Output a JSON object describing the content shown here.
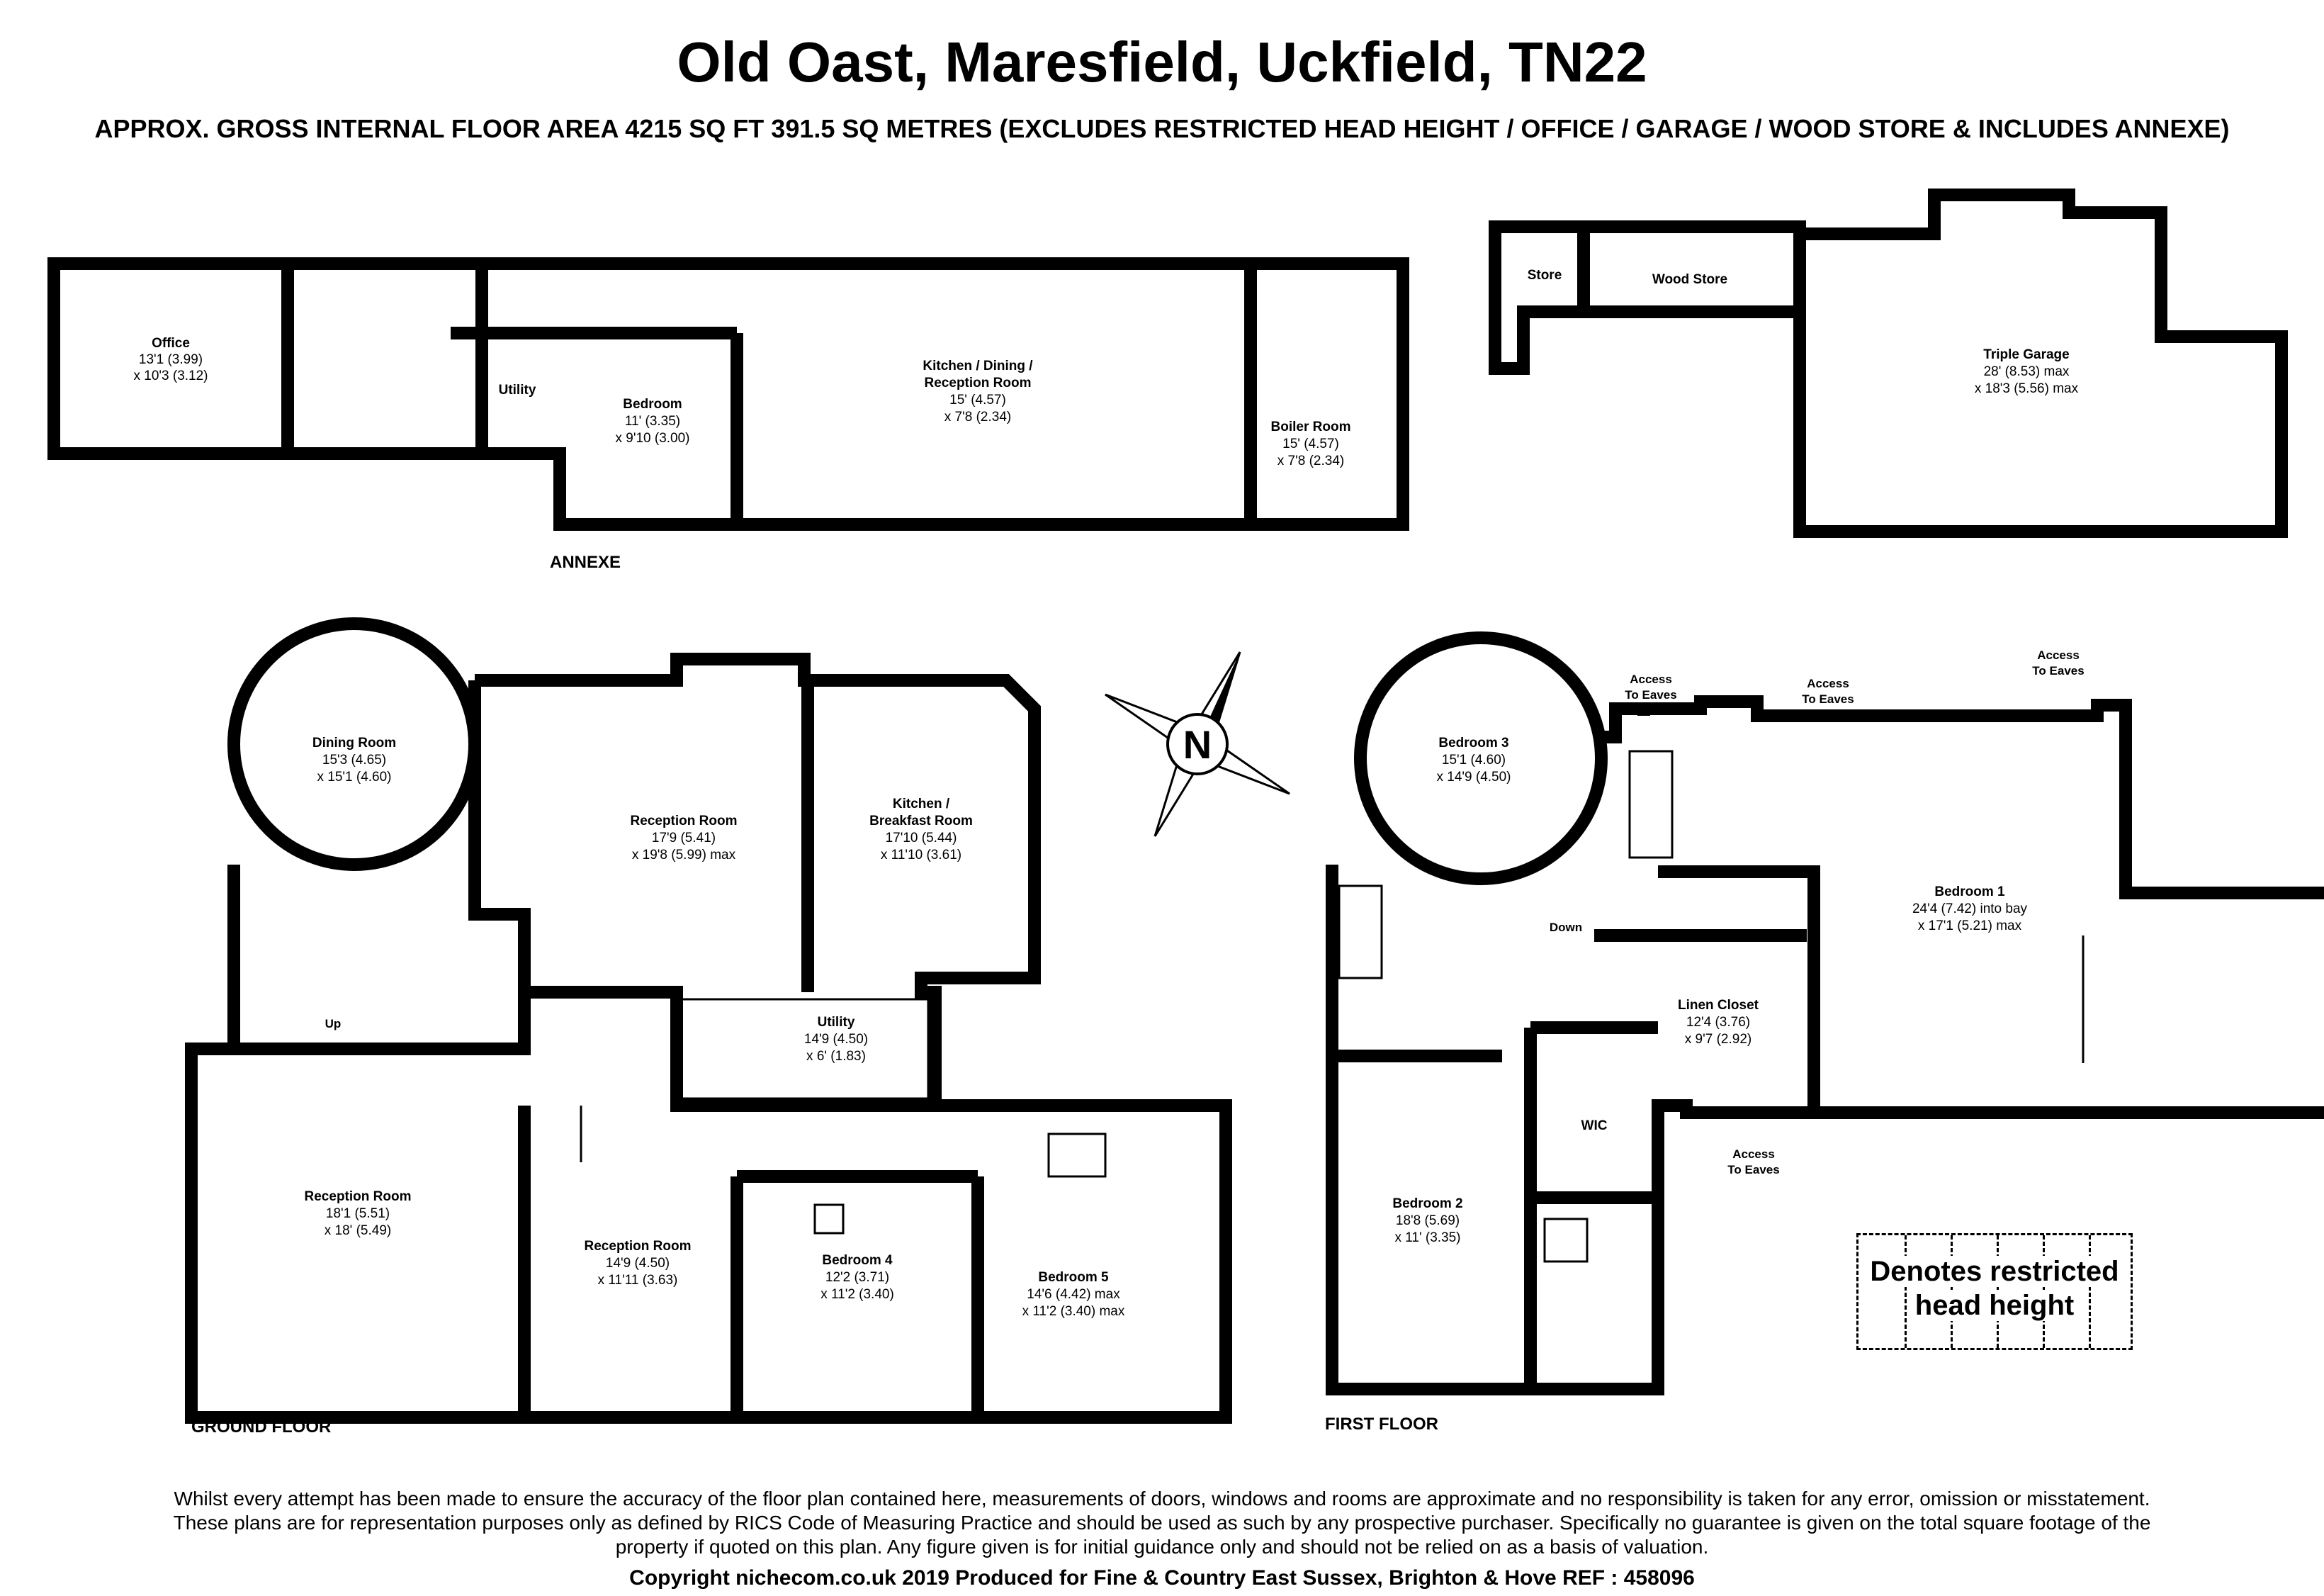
{
  "title": "Old Oast, Maresfield, Uckfield, TN22",
  "subtitle": "APPROX. GROSS INTERNAL FLOOR AREA 4215 SQ FT 391.5 SQ METRES (EXCLUDES RESTRICTED HEAD HEIGHT / OFFICE / GARAGE / WOOD STORE & INCLUDES ANNEXE)",
  "floors": {
    "annexe": "ANNEXE",
    "ground": "GROUND FLOOR",
    "first": "FIRST FLOOR"
  },
  "rooms": {
    "office": {
      "name": "Office",
      "dim1": "13'1 (3.99)",
      "dim2": "x 10'3 (3.12)"
    },
    "utility_annexe": {
      "name": "Utility"
    },
    "bedroom_annexe": {
      "name": "Bedroom",
      "dim1": "11' (3.35)",
      "dim2": "x 9'10 (3.00)"
    },
    "kitchen_annexe": {
      "name": "Kitchen / Dining /",
      "name2": "Reception Room",
      "dim1": "15' (4.57)",
      "dim2": "x 7'8 (2.34)"
    },
    "boiler": {
      "name": "Boiler Room",
      "dim1": "15' (4.57)",
      "dim2": "x 7'8 (2.34)"
    },
    "store": {
      "name": "Store"
    },
    "wood_store": {
      "name": "Wood Store"
    },
    "garage": {
      "name": "Triple Garage",
      "dim1": "28' (8.53) max",
      "dim2": "x 18'3 (5.56) max"
    },
    "dining": {
      "name": "Dining Room",
      "dim1": "15'3 (4.65)",
      "dim2": "x 15'1 (4.60)"
    },
    "reception_main": {
      "name": "Reception Room",
      "dim1": "17'9 (5.41)",
      "dim2": "x 19'8 (5.99) max"
    },
    "kitchen": {
      "name": "Kitchen /",
      "name2": "Breakfast Room",
      "dim1": "17'10 (5.44)",
      "dim2": "x 11'10 (3.61)"
    },
    "utility": {
      "name": "Utility",
      "dim1": "14'9 (4.50)",
      "dim2": "x 6' (1.83)"
    },
    "reception_left": {
      "name": "Reception Room",
      "dim1": "18'1 (5.51)",
      "dim2": "x 18' (5.49)"
    },
    "reception_mid": {
      "name": "Reception Room",
      "dim1": "14'9 (4.50)",
      "dim2": "x 11'11 (3.63)"
    },
    "bedroom4": {
      "name": "Bedroom 4",
      "dim1": "12'2 (3.71)",
      "dim2": "x 11'2 (3.40)"
    },
    "bedroom5": {
      "name": "Bedroom 5",
      "dim1": "14'6 (4.42) max",
      "dim2": "x 11'2 (3.40) max"
    },
    "bedroom3": {
      "name": "Bedroom 3",
      "dim1": "15'1 (4.60)",
      "dim2": "x 14'9 (4.50)"
    },
    "bedroom1": {
      "name": "Bedroom 1",
      "dim1": "24'4 (7.42) into bay",
      "dim2": "x 17'1 (5.21) max"
    },
    "linen": {
      "name": "Linen Closet",
      "dim1": "12'4 (3.76)",
      "dim2": "x 9'7 (2.92)"
    },
    "bedroom2": {
      "name": "Bedroom 2",
      "dim1": "18'8 (5.69)",
      "dim2": "x 11' (3.35)"
    },
    "wic": {
      "name": "WIC"
    }
  },
  "annotations": {
    "up": "Up",
    "down": "Down",
    "access1": "Access",
    "access2": "To Eaves",
    "compass": "N"
  },
  "legend": {
    "line1": "Denotes restricted",
    "line2": "head height"
  },
  "disclaimer": "Whilst every attempt has been made to ensure the accuracy of the floor plan contained here, measurements of doors, windows and rooms are approximate and no responsibility is taken for any error, omission or misstatement. These plans are for representation purposes only as defined by RICS Code of Measuring Practice and should be used as such by any prospective purchaser.  Specifically no guarantee is given on the total square footage of the property if quoted on this plan. Any figure given is for initial guidance only and should not be relied on as a basis of valuation.",
  "copyright": "Copyright nichecom.co.uk 2019   Produced for Fine & Country East Sussex, Brighton & Hove    REF : 458096"
}
